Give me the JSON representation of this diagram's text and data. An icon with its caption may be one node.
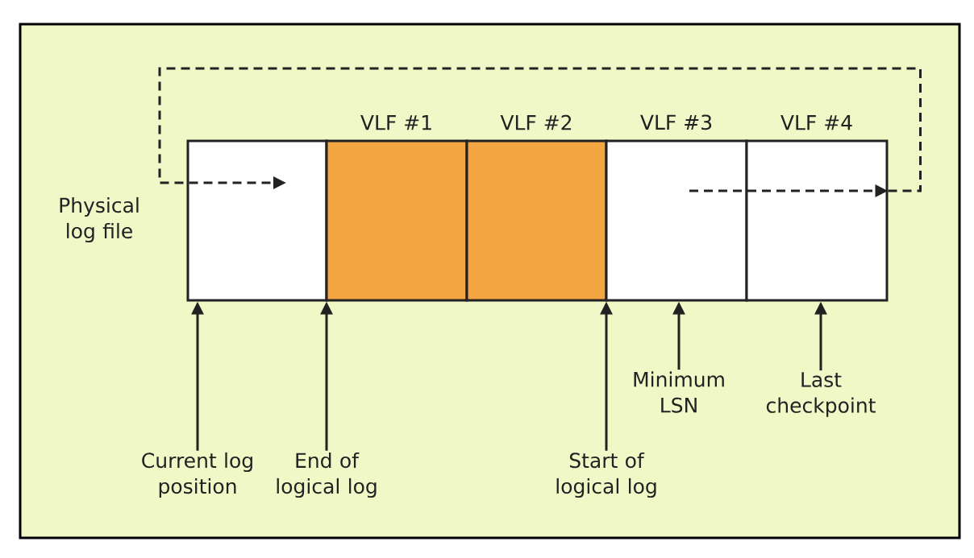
{
  "diagram": {
    "nodes": [
      {
        "text": [],
        "shape": "box"
      },
      {
        "text": [
          "VLF #1"
        ]
      },
      {
        "text": [
          "VLF #2"
        ]
      },
      {
        "text": [
          "VLF #3"
        ]
      },
      {
        "text": [
          "VLF #4"
        ]
      },
      {
        "text": [
          "Current log position"
        ]
      },
      {
        "text": [
          "End of logical log"
        ]
      },
      {
        "text": [
          "Start of logical log"
        ]
      },
      {
        "text": [
          "Minimum LSN"
        ]
      },
      {
        "text": [
          "Last checkpoint"
        ]
      }
    ],
    "edges": [
      {
        "from": 3,
        "to": 4,
        "arrow": "to",
        "style": "dashed"
      },
      {
        "from": 4,
        "to": 0,
        "arrow": "to",
        "style": "dashed"
      },
      {
        "from": 5,
        "to": 0,
        "arrow": "to"
      },
      {
        "from": 6,
        "to": 1,
        "arrow": "to"
      },
      {
        "from": 7,
        "to": 2,
        "arrow": "to"
      },
      {
        "from": 8,
        "to": 3,
        "arrow": "to"
      },
      {
        "from": 9,
        "to": 4,
        "arrow": "to"
      }
    ],
    "labels": [
      "Physical log file"
    ]
  }
}
